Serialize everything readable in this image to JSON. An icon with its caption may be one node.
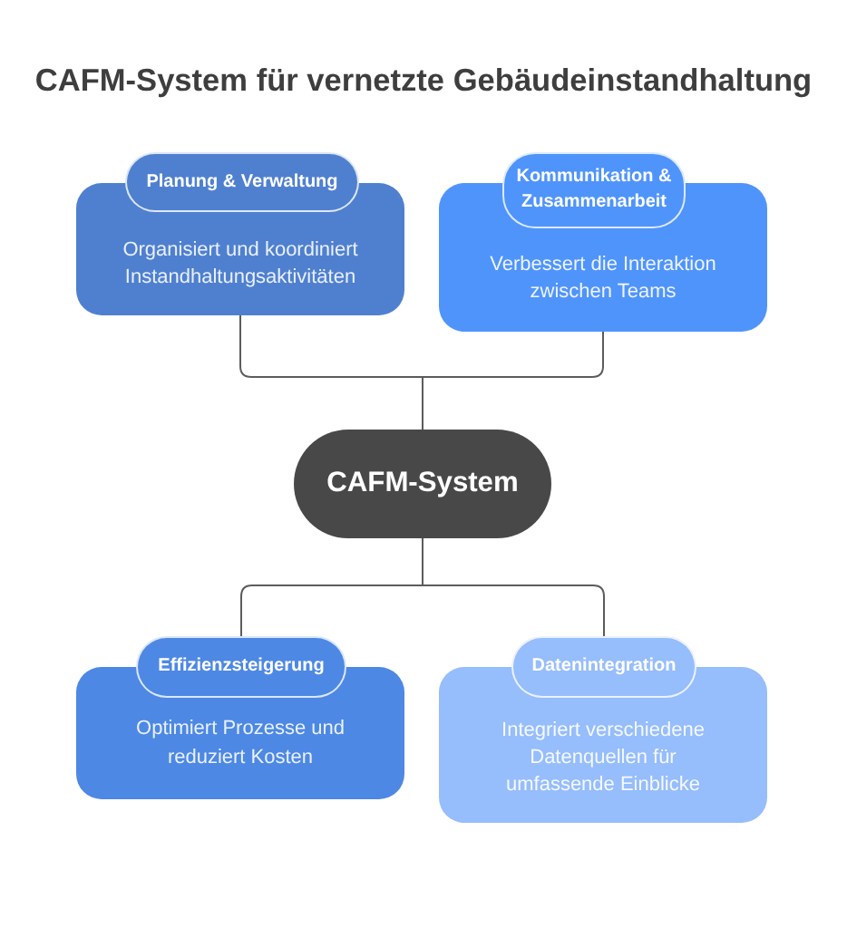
{
  "diagram": {
    "title": "CAFM-System für vernetzte Gebäudeinstandhaltung",
    "nodes": [
      {
        "text": [
          "Planung & Verwaltung"
        ]
      },
      {
        "text": [
          "Organisiert und koordiniert Instandhaltungsaktivitäten"
        ]
      },
      {
        "text": [
          "Kommunikation & Zusammenarbeit"
        ]
      },
      {
        "text": [
          "Verbessert die Interaktion zwischen Teams"
        ]
      },
      {
        "text": [
          "CAFM-System"
        ]
      },
      {
        "text": [
          "Effizienzsteigerung"
        ]
      },
      {
        "text": [
          "Optimiert Prozesse und reduziert Kosten"
        ]
      },
      {
        "text": [
          "Datenintegration"
        ]
      },
      {
        "text": [
          "Integriert verschiedene Datenquellen für umfassende Einblicke"
        ]
      }
    ],
    "edges": [
      {
        "from": 1,
        "to": 4,
        "arrow": "none"
      },
      {
        "from": 3,
        "to": 4,
        "arrow": "none"
      },
      {
        "from": 4,
        "to": 5,
        "arrow": "none"
      },
      {
        "from": 4,
        "to": 7,
        "arrow": "none"
      }
    ]
  }
}
